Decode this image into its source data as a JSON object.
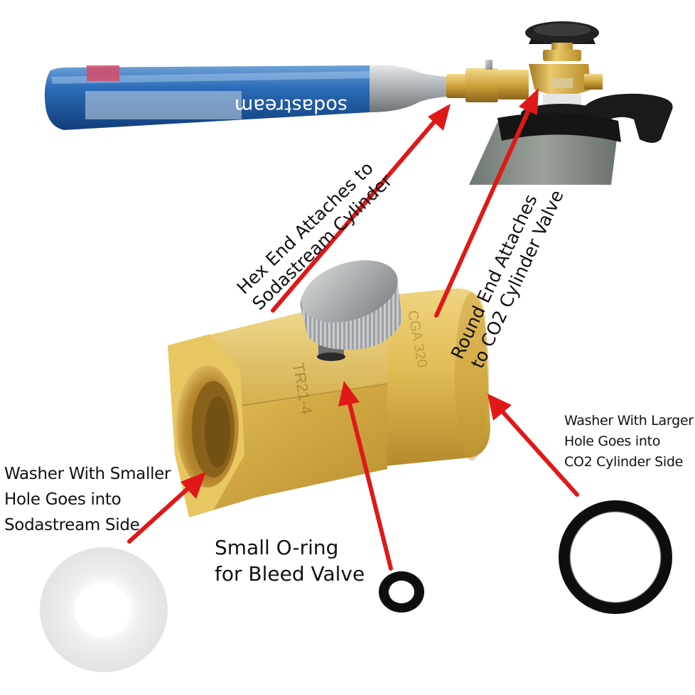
{
  "labels": {
    "hex_end": [
      "Hex End Attaches to",
      "Sodastream Cylinder"
    ],
    "round_end": [
      "Round End Attaches",
      "to CO2 Cylinder Valve"
    ],
    "small_washer": [
      "Washer With Smaller",
      "Hole Goes into",
      "Sodastream Side"
    ],
    "large_washer": [
      "Washer With Larger",
      "Hole Goes into",
      "CO2 Cylinder Side"
    ],
    "small_oring": [
      "Small O-ring",
      "for Bleed Valve"
    ]
  },
  "product_marks": {
    "cylinder_brand": "sodastream",
    "adapter_stamp": "TR21-4",
    "adapter_stamp_2": "CGA 320"
  },
  "colors": {
    "brass": "#d4aa3c",
    "brass_dark": "#9c7420",
    "arrow_red": "#e01818",
    "cylinder_blue": "#1e5aa8",
    "tank_gray": "#7e8680",
    "rubber_black": "#111111"
  }
}
